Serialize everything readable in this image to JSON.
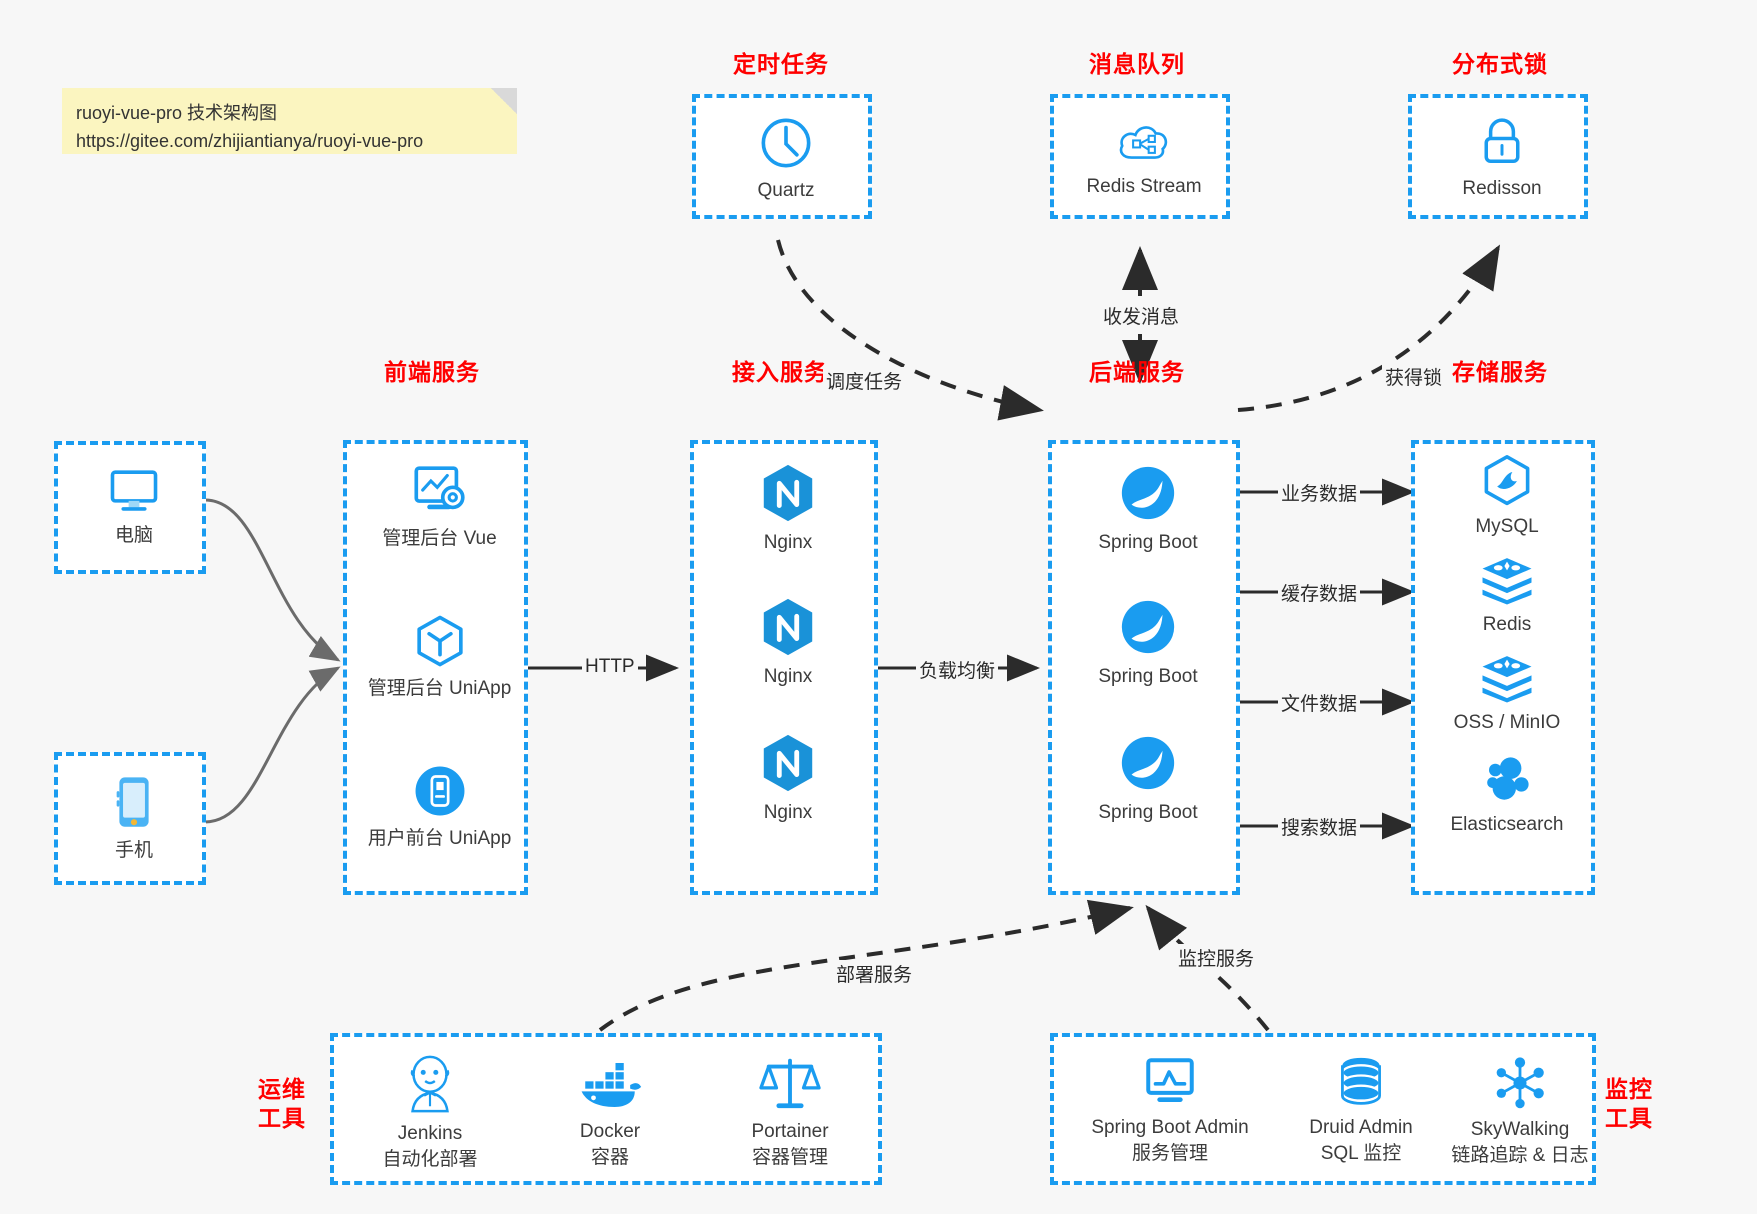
{
  "note": {
    "line1": "ruoyi-vue-pro 技术架构图",
    "line2": "https://gitee.com/zhijiantianya/ruoyi-vue-pro"
  },
  "colors": {
    "accent": "#1a9cf0",
    "title": "#ff0000",
    "text": "#3c3c3c",
    "note_bg": "#fbf5c0",
    "canvas": "#f7f7f7"
  },
  "groups": {
    "scheduler": {
      "title": "定时任务",
      "items": [
        {
          "label": "Quartz",
          "icon": "clock-icon"
        }
      ]
    },
    "mq": {
      "title": "消息队列",
      "items": [
        {
          "label": "Redis Stream",
          "icon": "cloud-stream-icon"
        }
      ]
    },
    "lock": {
      "title": "分布式锁",
      "items": [
        {
          "label": "Redisson",
          "icon": "lock-icon"
        }
      ]
    },
    "clients": {
      "items": [
        {
          "label": "电脑",
          "icon": "desktop-icon"
        },
        {
          "label": "手机",
          "icon": "mobile-phone-icon"
        }
      ]
    },
    "frontend": {
      "title": "前端服务",
      "items": [
        {
          "label": "管理后台 Vue",
          "icon": "dashboard-gear-icon"
        },
        {
          "label": "管理后台 UniApp",
          "icon": "cube-icon"
        },
        {
          "label": "用户前台 UniApp",
          "icon": "app-phone-icon"
        }
      ]
    },
    "gateway": {
      "title": "接入服务",
      "items": [
        {
          "label": "Nginx",
          "icon": "nginx-icon"
        },
        {
          "label": "Nginx",
          "icon": "nginx-icon"
        },
        {
          "label": "Nginx",
          "icon": "nginx-icon"
        }
      ]
    },
    "backend": {
      "title": "后端服务",
      "items": [
        {
          "label": "Spring Boot",
          "icon": "spring-boot-icon"
        },
        {
          "label": "Spring Boot",
          "icon": "spring-boot-icon"
        },
        {
          "label": "Spring Boot",
          "icon": "spring-boot-icon"
        }
      ]
    },
    "storage": {
      "title": "存储服务",
      "items": [
        {
          "label": "MySQL",
          "icon": "mysql-icon"
        },
        {
          "label": "Redis",
          "icon": "redis-icon"
        },
        {
          "label": "OSS / MinIO",
          "icon": "oss-minio-icon"
        },
        {
          "label": "Elasticsearch",
          "icon": "elasticsearch-icon"
        }
      ]
    },
    "devops": {
      "title_line1": "运维",
      "title_line2": "工具",
      "items": [
        {
          "label": "Jenkins",
          "sub": "自动化部署",
          "icon": "jenkins-icon"
        },
        {
          "label": "Docker",
          "sub": "容器",
          "icon": "docker-icon"
        },
        {
          "label": "Portainer",
          "sub": "容器管理",
          "icon": "portainer-scale-icon"
        }
      ]
    },
    "monitor": {
      "title_line1": "监控",
      "title_line2": "工具",
      "items": [
        {
          "label": "Spring Boot Admin",
          "sub": "服务管理",
          "icon": "monitor-chart-icon"
        },
        {
          "label": "Druid Admin",
          "sub": "SQL 监控",
          "icon": "database-icon"
        },
        {
          "label": "SkyWalking",
          "sub": "链路追踪 & 日志",
          "icon": "skywalking-icon"
        }
      ]
    }
  },
  "edges": [
    {
      "id": "http",
      "label": "HTTP"
    },
    {
      "id": "lb",
      "label": "负载均衡"
    },
    {
      "id": "schedule",
      "label": "调度任务"
    },
    {
      "id": "mq-msg",
      "label": "收发消息"
    },
    {
      "id": "get-lock",
      "label": "获得锁"
    },
    {
      "id": "biz-data",
      "label": "业务数据"
    },
    {
      "id": "cache-data",
      "label": "缓存数据"
    },
    {
      "id": "file-data",
      "label": "文件数据"
    },
    {
      "id": "search-data",
      "label": "搜索数据"
    },
    {
      "id": "deploy",
      "label": "部署服务"
    },
    {
      "id": "monitor-svc",
      "label": "监控服务"
    }
  ]
}
